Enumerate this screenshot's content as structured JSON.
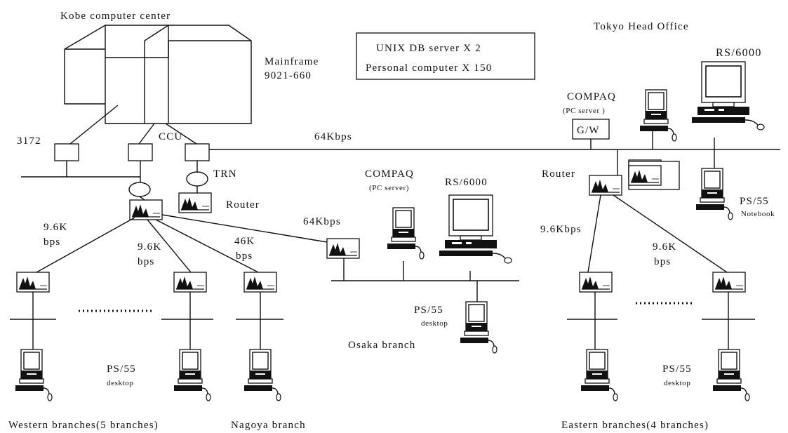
{
  "labels": {
    "kobe_center": "Kobe computer center",
    "mainframe_l1": "Mainframe",
    "mainframe_l2": "9021-660",
    "legend_l1": "UNIX DB server X 2",
    "legend_l2": "Personal computer X 150",
    "tokyo_office": "Tokyo Head Office",
    "rs6000_tokyo": "RS/6000",
    "compaq_tokyo": "COMPAQ",
    "pc_server_tokyo": "(PC server )",
    "gw": "G/W",
    "speed_64k_top": "64Kbps",
    "dev_3172": "3172",
    "ccu": "CCU",
    "trn": "TRN",
    "router_kobe": "Router",
    "router_tokyo": "Router",
    "compaq_osaka": "COMPAQ",
    "pc_server_osaka": "(PC server)",
    "rs6000_osaka": "RS/6000",
    "speed_64k_mid": "64Kbps",
    "w96_l1": "9.6K",
    "w96_l2": "bps",
    "m96_l1": "9.6K",
    "m96_l2": "bps",
    "n46_l1": "46K",
    "n46_l2": "bps",
    "e96kbps": "9.6Kbps",
    "e96_l1": "9.6K",
    "e96_l2": "bps",
    "ps55_notebook": "PS/55",
    "notebook": "Notebook",
    "ps55_osaka": "PS/55",
    "desktop_osaka": "desktop",
    "osaka_branch": "Osaka branch",
    "ps55_west": "PS/55",
    "desktop_west": "desktop",
    "ps55_east": "PS/55",
    "desktop_east": "desktop",
    "western_branches": "Western branches(5 branches)",
    "nagoya_branch": "Nagoya branch",
    "eastern_branches": "Eastern branches(4 branches)"
  }
}
